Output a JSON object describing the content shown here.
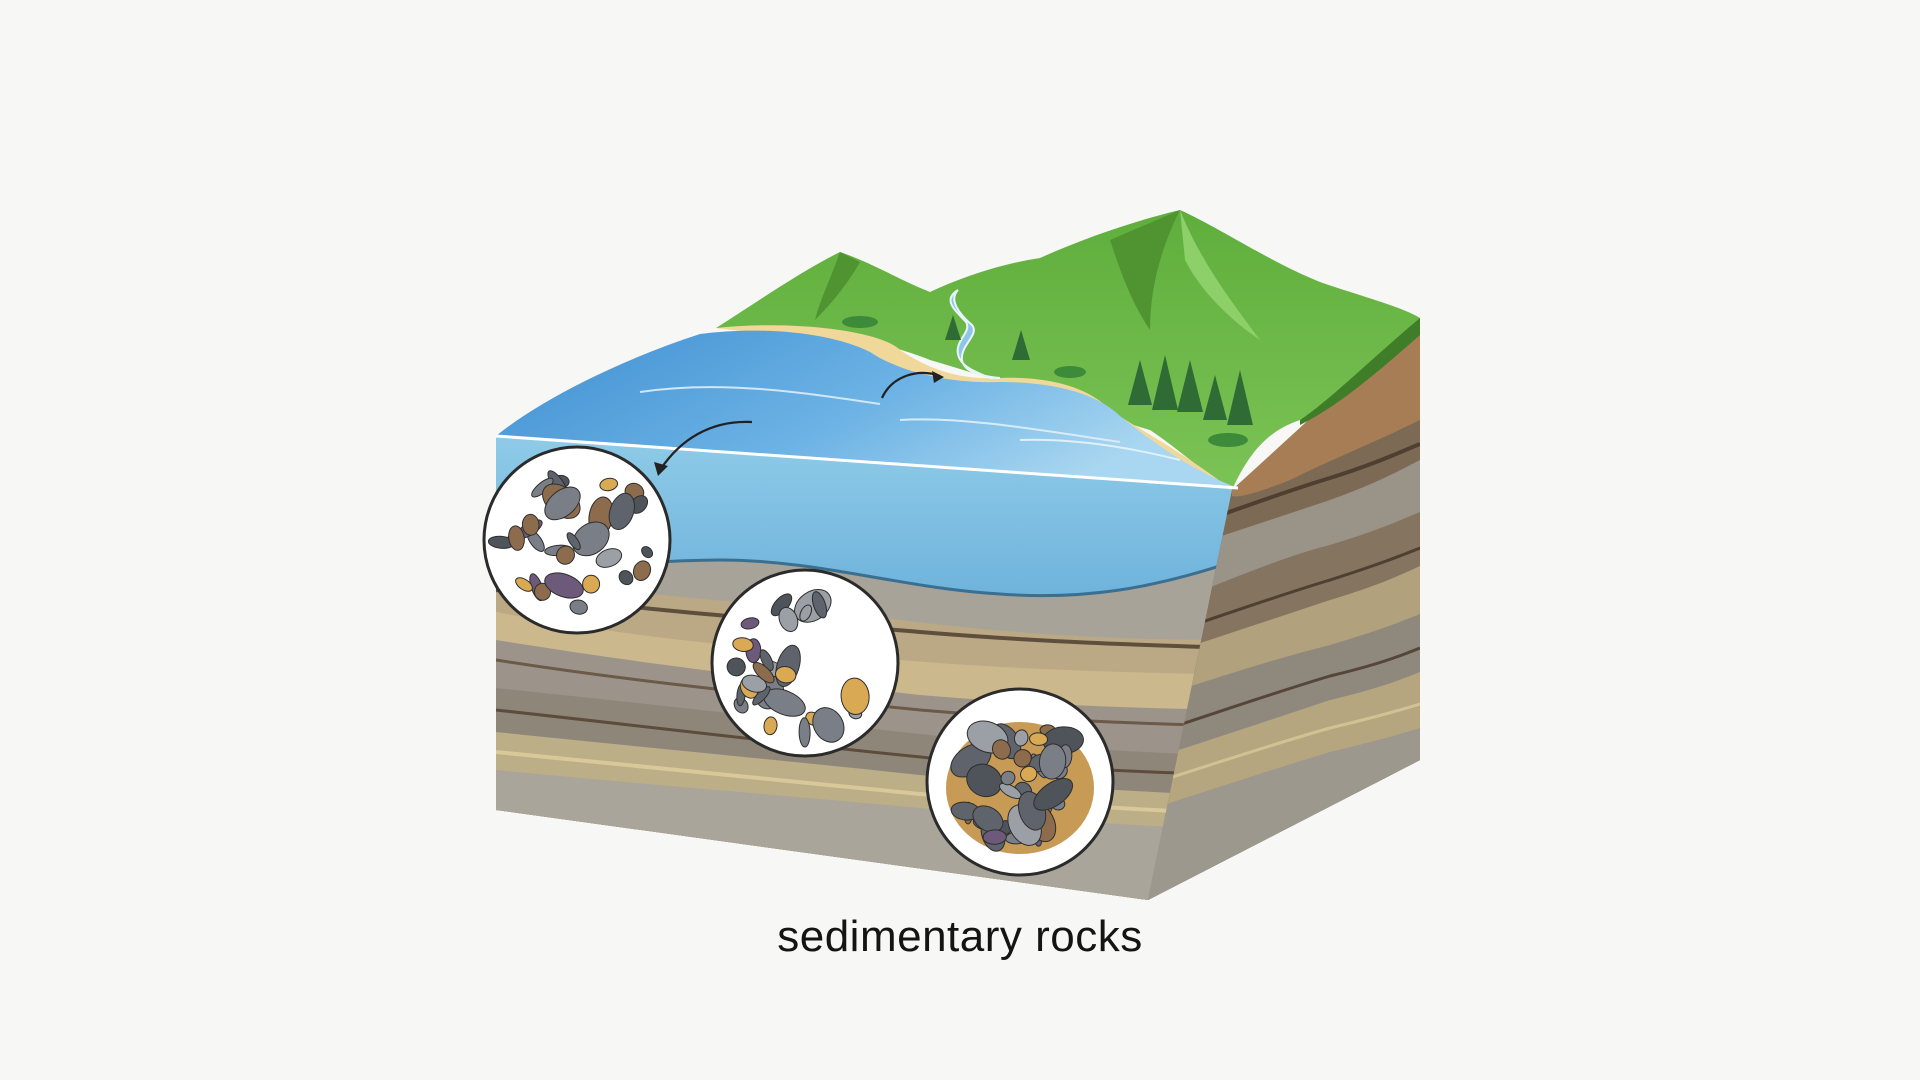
{
  "caption": "sedimentary rocks",
  "colors": {
    "background": "#f7f7f5",
    "water_surface": "#5ea6dc",
    "water_front": "#86c5e6",
    "mountain_green": "#6bb445",
    "mountain_dark": "#4e9330",
    "beach_sand": "#efd89a",
    "cliff_brown": "#a47c55",
    "strata_tan": "#c2ad7f",
    "strata_grey": "#9f9b90",
    "strata_brown": "#7b6853"
  },
  "zoom_circles": [
    {
      "name": "loose-sediment-circle",
      "state": "loose"
    },
    {
      "name": "settling-sediment-circle",
      "state": "settling"
    },
    {
      "name": "compacted-rock-circle",
      "state": "compacted"
    }
  ]
}
